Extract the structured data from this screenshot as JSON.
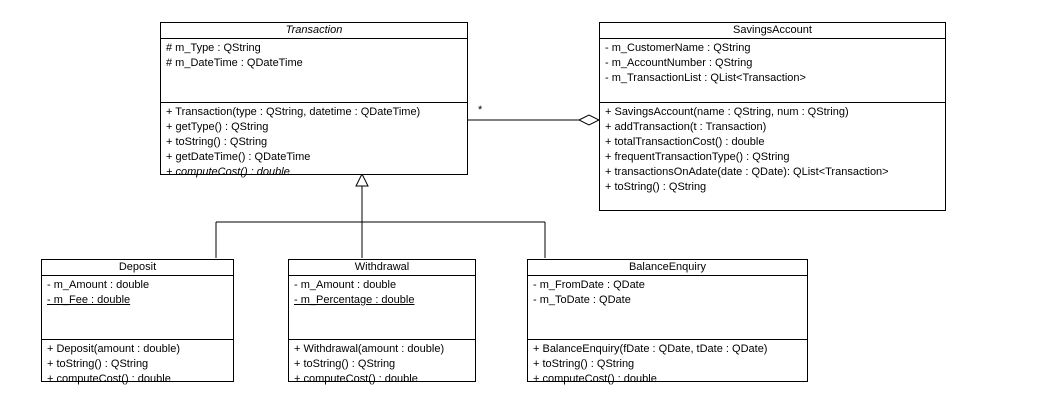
{
  "classes": {
    "transaction": {
      "name": "Transaction",
      "attributes": [
        "# m_Type : QString",
        "# m_DateTime : QDateTime"
      ],
      "operations": [
        "+ Transaction(type : QString, datetime : QDateTime)",
        "+ getType() : QString",
        "+ toString() : QString",
        "+ getDateTime() : QDateTime",
        "+ computeCost() : double"
      ]
    },
    "savings": {
      "name": "SavingsAccount",
      "attributes": [
        "- m_CustomerName : QString",
        "- m_AccountNumber : QString",
        "- m_TransactionList : QList<Transaction>"
      ],
      "operations": [
        "+ SavingsAccount(name : QString, num : QString)",
        "+ addTransaction(t : Transaction)",
        "+ totalTransactionCost() : double",
        "+ frequentTransactionType() : QString",
        "+ transactionsOnAdate(date : QDate): QList<Transaction>",
        "+ toString() : QString"
      ]
    },
    "deposit": {
      "name": "Deposit",
      "attributes": [
        "- m_Amount : double",
        "- m_Fee : double"
      ],
      "operations": [
        "+ Deposit(amount : double)",
        "+ toString() : QString",
        "+ computeCost() : double"
      ]
    },
    "withdrawal": {
      "name": "Withdrawal",
      "attributes": [
        "- m_Amount : double",
        "- m_Percentage : double"
      ],
      "operations": [
        "+ Withdrawal(amount : double)",
        "+ toString() : QString",
        "+ computeCost() : double"
      ]
    },
    "balance": {
      "name": "BalanceEnquiry",
      "attributes": [
        "- m_FromDate : QDate",
        "- m_ToDate : QDate"
      ],
      "operations": [
        "+ BalanceEnquiry(fDate : QDate, tDate : QDate)",
        "+ toString() : QString",
        "+ computeCost() : double"
      ]
    }
  },
  "association": {
    "multiplicity": "*"
  }
}
